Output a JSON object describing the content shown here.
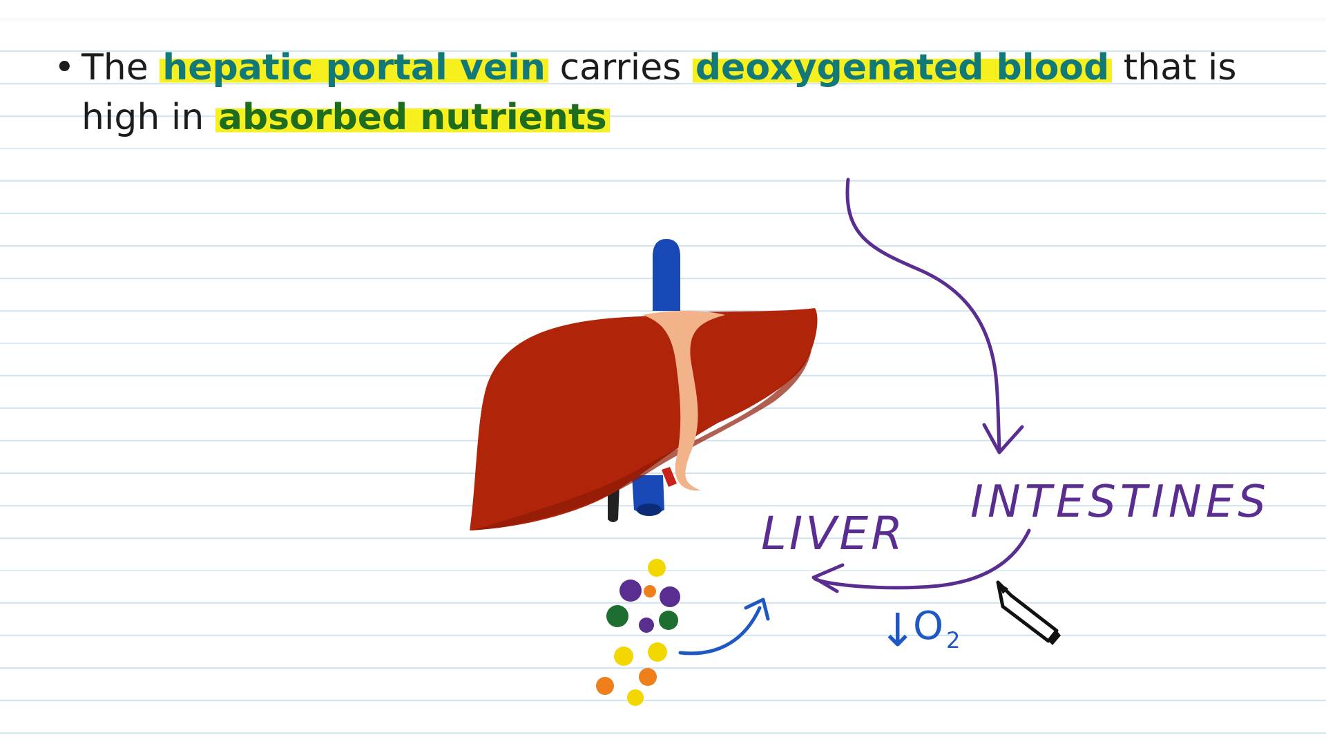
{
  "bullet": {
    "marker": "•",
    "text_1": "The ",
    "term_1": "hepatic portal vein",
    "text_2": " carries ",
    "term_2": "deoxygenated blood",
    "text_3": " that is high in ",
    "term_3": "absorbed nutrients"
  },
  "diagram": {
    "label_intestines": "INTESTINES",
    "label_liver": "LIVER",
    "label_oxygen_arrow": "↓",
    "label_oxygen_o": "O",
    "label_oxygen_sub": "2"
  },
  "colors": {
    "highlight": "#f5f01e",
    "term_text": "#127878",
    "ink_purple": "#5a2d91",
    "ink_blue": "#1f57c3",
    "liver_red": "#b0240a"
  },
  "icons": {
    "cursor": "pen-cursor-icon",
    "liver": "liver-illustration",
    "nutrients": "nutrient-particles"
  }
}
